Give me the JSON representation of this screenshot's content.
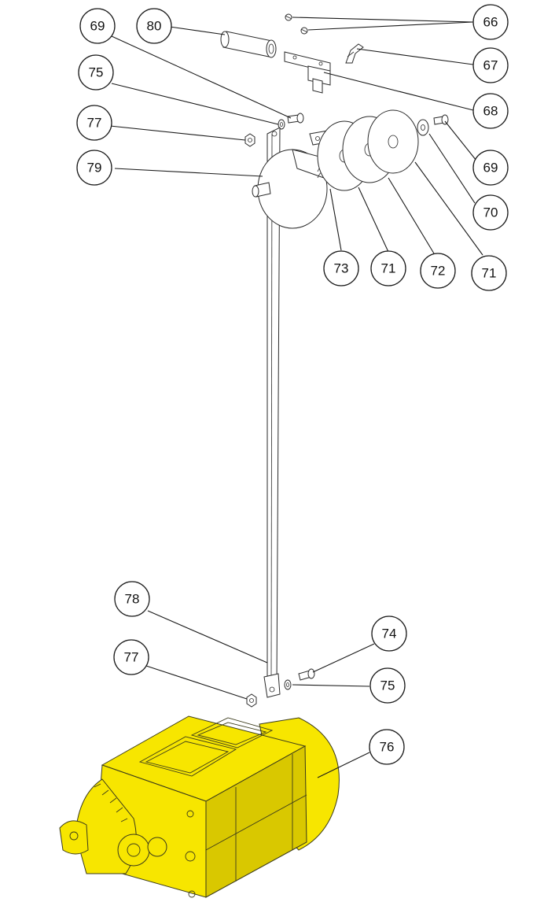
{
  "callouts": [
    {
      "id": "c80",
      "label": "80"
    },
    {
      "id": "c69a",
      "label": "69"
    },
    {
      "id": "c66",
      "label": "66"
    },
    {
      "id": "c75a",
      "label": "75"
    },
    {
      "id": "c67",
      "label": "67"
    },
    {
      "id": "c77a",
      "label": "77"
    },
    {
      "id": "c68",
      "label": "68"
    },
    {
      "id": "c79",
      "label": "79"
    },
    {
      "id": "c69b",
      "label": "69"
    },
    {
      "id": "c70",
      "label": "70"
    },
    {
      "id": "c73",
      "label": "73"
    },
    {
      "id": "c71a",
      "label": "71"
    },
    {
      "id": "c72",
      "label": "72"
    },
    {
      "id": "c71b",
      "label": "71"
    },
    {
      "id": "c78",
      "label": "78"
    },
    {
      "id": "c74",
      "label": "74"
    },
    {
      "id": "c77b",
      "label": "77"
    },
    {
      "id": "c75b",
      "label": "75"
    },
    {
      "id": "c76",
      "label": "76"
    }
  ],
  "highlight_color": "#f7e600"
}
